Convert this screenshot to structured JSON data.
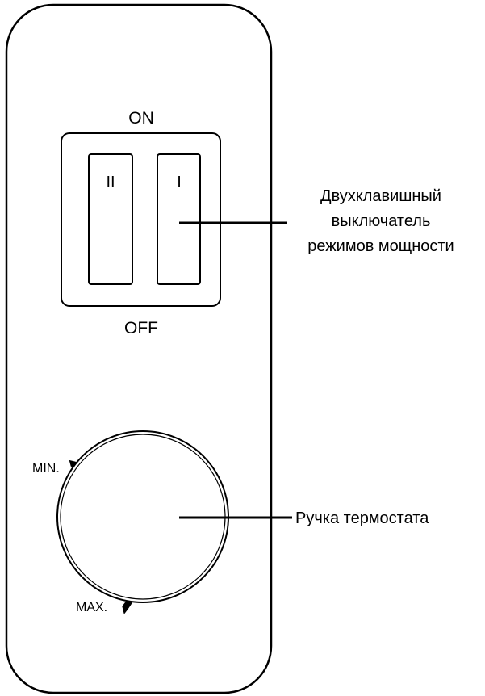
{
  "switch": {
    "on_label": "ON",
    "off_label": "OFF",
    "key_left_label": "II",
    "key_right_label": "I"
  },
  "thermostat": {
    "min_label": "MIN.",
    "max_label": "MAX."
  },
  "callouts": {
    "switch_line1": "Двухклавишный",
    "switch_line2": "выключатель",
    "switch_line3": "режимов мощности",
    "knob": "Ручка термостата"
  }
}
